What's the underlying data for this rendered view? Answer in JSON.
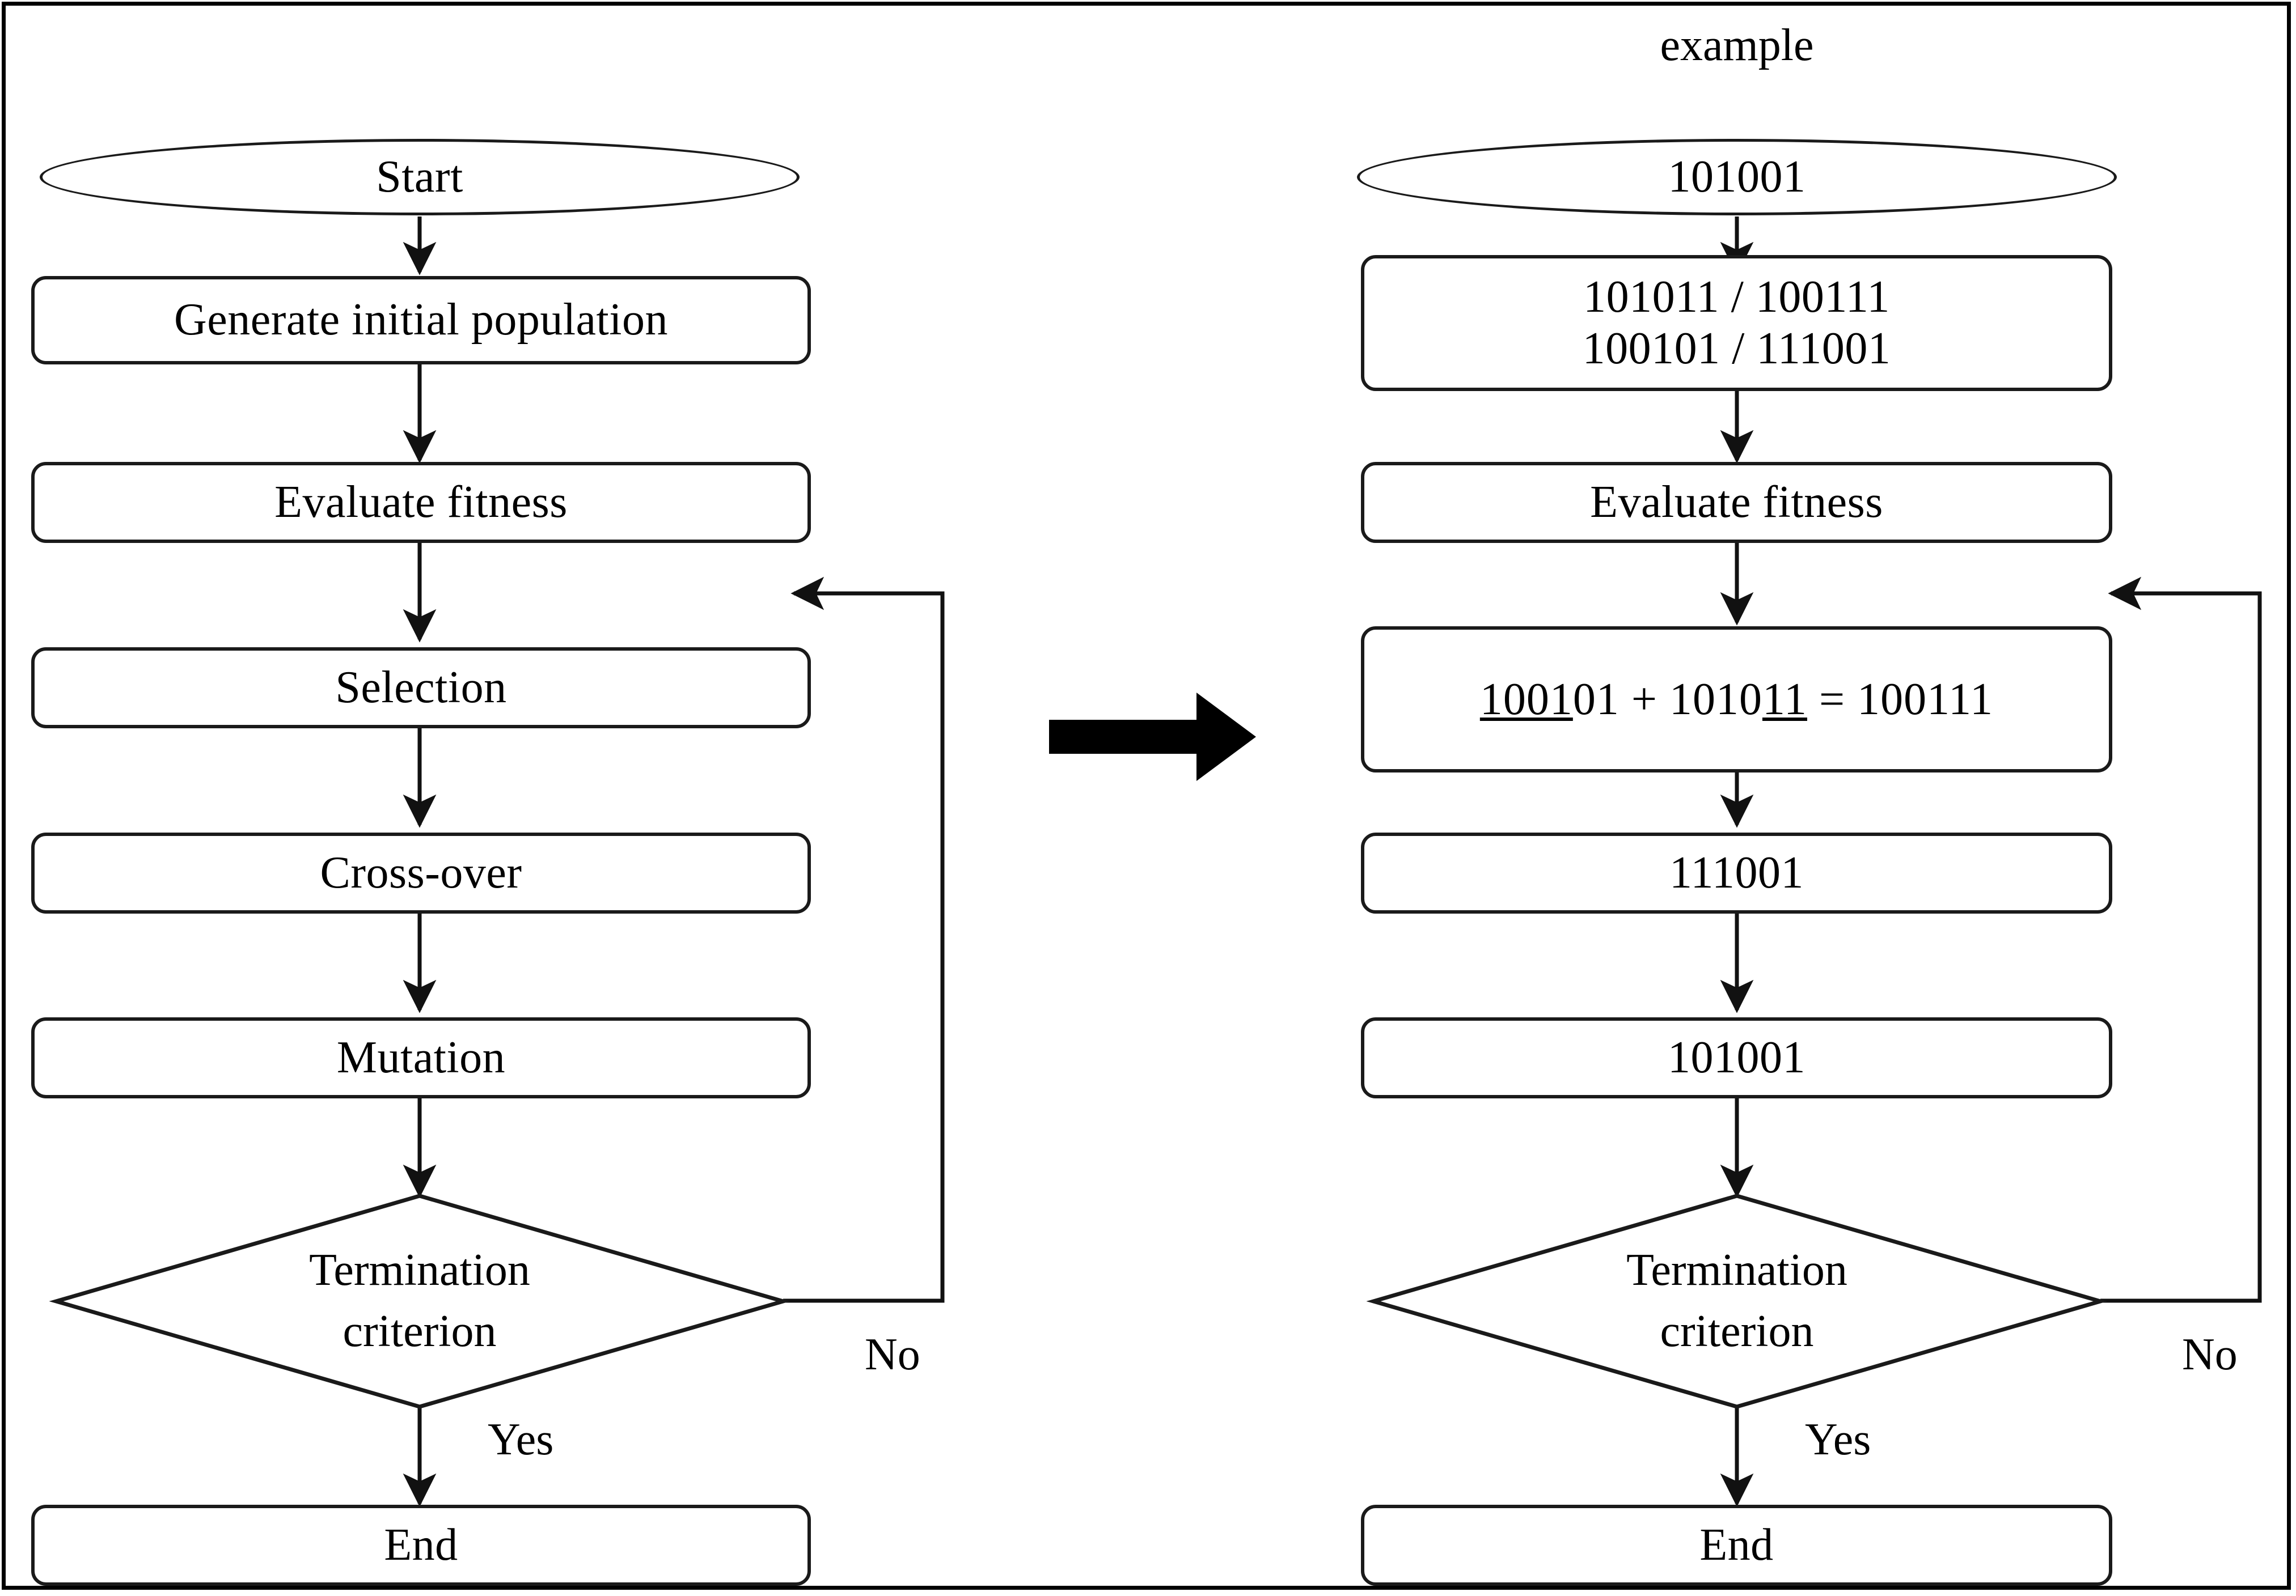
{
  "figure": {
    "title_right": "example",
    "transition_arrow": "right-arrow"
  },
  "left_flow": {
    "start": "Start",
    "generate": "Generate initial population",
    "evaluate": "Evaluate fitness",
    "selection": "Selection",
    "crossover": "Cross-over",
    "mutation": "Mutation",
    "decision": "Termination\ncriterion",
    "decision_line1": "Termination",
    "decision_line2": "criterion",
    "label_no": "No",
    "label_yes": "Yes",
    "end": "End"
  },
  "right_flow": {
    "start": "101001",
    "generate_line1": "101011 / 100111",
    "generate_line2": "100101 / 111001",
    "generate": "101011 / 100111\n100101 / 111001",
    "evaluate": "Evaluate fitness",
    "crossover_equation": {
      "full": "100101 + 101011 = 100111",
      "operand1_underlined": "1001",
      "operand1_rest": "01",
      "plus": "+",
      "operand2_prefix": "1010",
      "operand2_underlined": "11",
      "equals": "=",
      "result": "100111"
    },
    "mutation_result": "111001",
    "post_mutation": "101001",
    "decision": "Termination\ncriterion",
    "decision_line1": "Termination",
    "decision_line2": "criterion",
    "label_no": "No",
    "label_yes": "Yes",
    "end": "End"
  },
  "colors": {
    "stroke": "#1a1a1a",
    "frame": "#000000",
    "background": "#ffffff",
    "text": "#000000"
  }
}
